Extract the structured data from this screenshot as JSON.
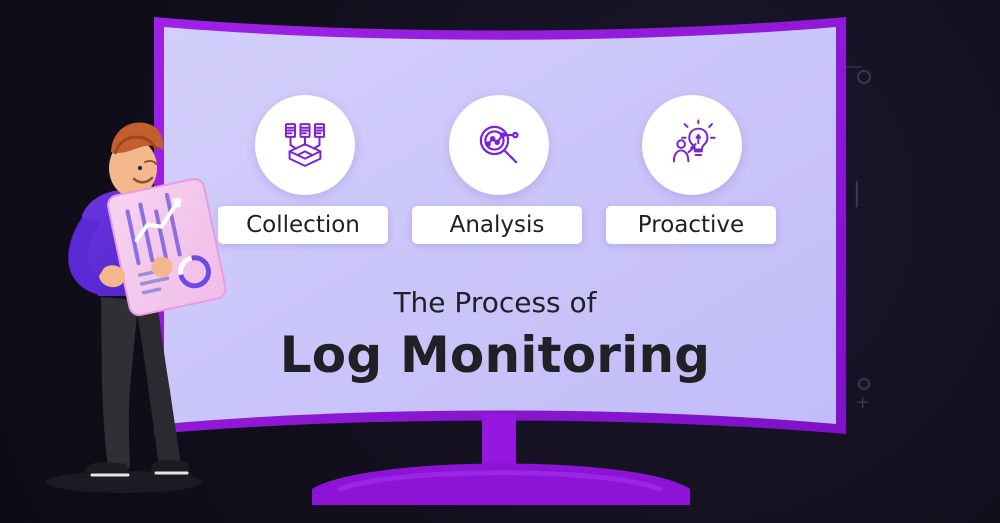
{
  "scene": {
    "title_line_1": "The Process of",
    "title_line_2": "Log Monitoring",
    "steps": [
      {
        "label": "Collection",
        "icon": "collection-icon"
      },
      {
        "label": "Analysis",
        "icon": "analysis-icon"
      },
      {
        "label": "Proactive",
        "icon": "proactive-icon"
      }
    ]
  },
  "colors": {
    "background": "#120f1d",
    "monitor_frame": "#8e16d4",
    "monitor_screen": "#cbc7fb",
    "card": "#ffffff",
    "accent": "#7b22d6",
    "text": "#202026",
    "chart_pink": "#f3c3ea"
  }
}
